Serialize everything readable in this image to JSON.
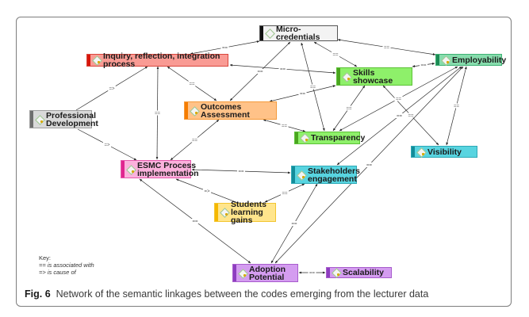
{
  "figure": {
    "caption_label": "Fig. 6",
    "caption_text": "Network of the semantic linkages between the codes emerging from the lecturer data"
  },
  "key": {
    "title": "Key:",
    "items": [
      "== is associated with",
      "=> is cause of"
    ]
  },
  "nodes": [
    {
      "id": "micro-credentials",
      "label": "Micro-credentials",
      "fill": "#f3f3f3",
      "border": "#555555",
      "stripe": "#111111"
    },
    {
      "id": "inquiry",
      "label": "Inquiry, reflection, integration process",
      "fill": "#f99b94",
      "border": "#d9463c",
      "stripe": "#d7160a"
    },
    {
      "id": "skills-showcase",
      "label": "Skills showcase",
      "fill": "#8ef06a",
      "border": "#5cc236",
      "stripe": "#4aa51f"
    },
    {
      "id": "employability",
      "label": "Employability",
      "fill": "#86dcac",
      "border": "#3fb275",
      "stripe": "#1c8a55"
    },
    {
      "id": "outcomes-assessment",
      "label": "Outcomes Assessment",
      "fill": "#ffc288",
      "border": "#f59a3a",
      "stripe": "#f57c00"
    },
    {
      "id": "professional-development",
      "label": "Professional\nDevelopment",
      "fill": "#d9d9d9",
      "border": "#9e9e9e",
      "stripe": "#6e6e6e"
    },
    {
      "id": "transparency",
      "label": "Transparency",
      "fill": "#8ef06a",
      "border": "#5cc236",
      "stripe": "#4aa51f"
    },
    {
      "id": "visibility",
      "label": "Visibility",
      "fill": "#58d4e0",
      "border": "#2ea8b5",
      "stripe": "#138c99"
    },
    {
      "id": "esmc",
      "label": "ESMC Process\nimplementation",
      "fill": "#fbb1dc",
      "border": "#e65aac",
      "stripe": "#e0268f"
    },
    {
      "id": "stakeholders",
      "label": "Stakeholders\nengagement",
      "fill": "#58d4e0",
      "border": "#2ea8b5",
      "stripe": "#138c99"
    },
    {
      "id": "students-learning-gains",
      "label": "Students\nlearning gains",
      "fill": "#ffe58c",
      "border": "#f2c530",
      "stripe": "#f5b800"
    },
    {
      "id": "adoption-potential",
      "label": "Adoption\nPotential",
      "fill": "#d49cf0",
      "border": "#a75ccc",
      "stripe": "#8e3ec0"
    },
    {
      "id": "scalability",
      "label": "Scalability",
      "fill": "#d49cf0",
      "border": "#a75ccc",
      "stripe": "#8e3ec0"
    }
  ],
  "edges": [
    {
      "from": "micro-credentials",
      "to": "inquiry",
      "relation": "=="
    },
    {
      "from": "micro-credentials",
      "to": "employability",
      "relation": "=="
    },
    {
      "from": "micro-credentials",
      "to": "skills-showcase",
      "relation": "=="
    },
    {
      "from": "micro-credentials",
      "to": "outcomes-assessment",
      "relation": "=="
    },
    {
      "from": "micro-credentials",
      "to": "transparency",
      "relation": "=="
    },
    {
      "from": "skills-showcase",
      "to": "inquiry",
      "relation": "=="
    },
    {
      "from": "skills-showcase",
      "to": "employability",
      "relation": "=="
    },
    {
      "from": "skills-showcase",
      "to": "outcomes-assessment",
      "relation": "=="
    },
    {
      "from": "skills-showcase",
      "to": "transparency",
      "relation": "=="
    },
    {
      "from": "skills-showcase",
      "to": "visibility",
      "relation": "=="
    },
    {
      "from": "inquiry",
      "to": "outcomes-assessment",
      "relation": "=="
    },
    {
      "from": "inquiry",
      "to": "esmc",
      "relation": "=="
    },
    {
      "from": "professional-development",
      "to": "inquiry",
      "relation": "=>"
    },
    {
      "from": "professional-development",
      "to": "esmc",
      "relation": "=>"
    },
    {
      "from": "outcomes-assessment",
      "to": "esmc",
      "relation": "=="
    },
    {
      "from": "outcomes-assessment",
      "to": "transparency",
      "relation": "=="
    },
    {
      "from": "employability",
      "to": "transparency",
      "relation": "=="
    },
    {
      "from": "employability",
      "to": "stakeholders",
      "relation": "=="
    },
    {
      "from": "employability",
      "to": "adoption-potential",
      "relation": "=="
    },
    {
      "from": "employability",
      "to": "visibility",
      "relation": "=="
    },
    {
      "from": "esmc",
      "to": "stakeholders",
      "relation": "=="
    },
    {
      "from": "students-learning-gains",
      "to": "esmc",
      "relation": "=>"
    },
    {
      "from": "stakeholders",
      "to": "students-learning-gains",
      "relation": "=="
    },
    {
      "from": "stakeholders",
      "to": "adoption-potential",
      "relation": "=="
    },
    {
      "from": "esmc",
      "to": "adoption-potential",
      "relation": "=="
    },
    {
      "from": "adoption-potential",
      "to": "scalability",
      "relation": "=="
    }
  ]
}
